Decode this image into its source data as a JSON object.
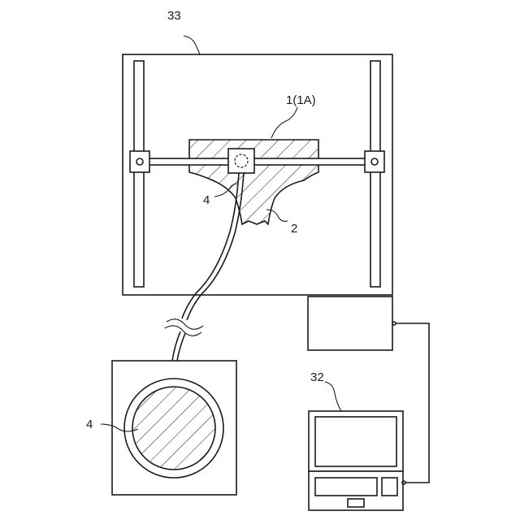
{
  "labels": {
    "frame": "33",
    "head": "1(1A)",
    "tube_upper": "4",
    "print_object": "2",
    "tube_lower": "4",
    "computer": "32"
  },
  "colors": {
    "line": "#1a1a1a",
    "background": "#ffffff"
  }
}
